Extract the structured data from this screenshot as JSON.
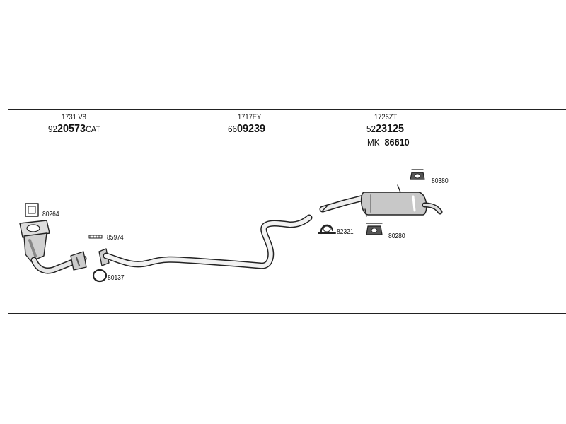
{
  "groups": [
    {
      "ref": "1731 V8",
      "part_prefix": "92",
      "part_number": "20573",
      "part_suffix": "CAT"
    },
    {
      "ref": "1717EY",
      "part_prefix": "66",
      "part_number": "09239",
      "part_suffix": ""
    },
    {
      "ref": "1726ZT",
      "part_prefix": "52",
      "part_number": "23125",
      "part_suffix": "",
      "extra_prefix": "MK",
      "extra_number": "86610"
    }
  ],
  "components": {
    "gasket_square": "80264",
    "clamp_small": "85974",
    "ring": "80137",
    "clamp_u": "82321",
    "mount_upper": "80380",
    "mount_lower": "80280"
  },
  "colors": {
    "line": "#222222",
    "shade": "#cccccc",
    "dark": "#555555"
  }
}
